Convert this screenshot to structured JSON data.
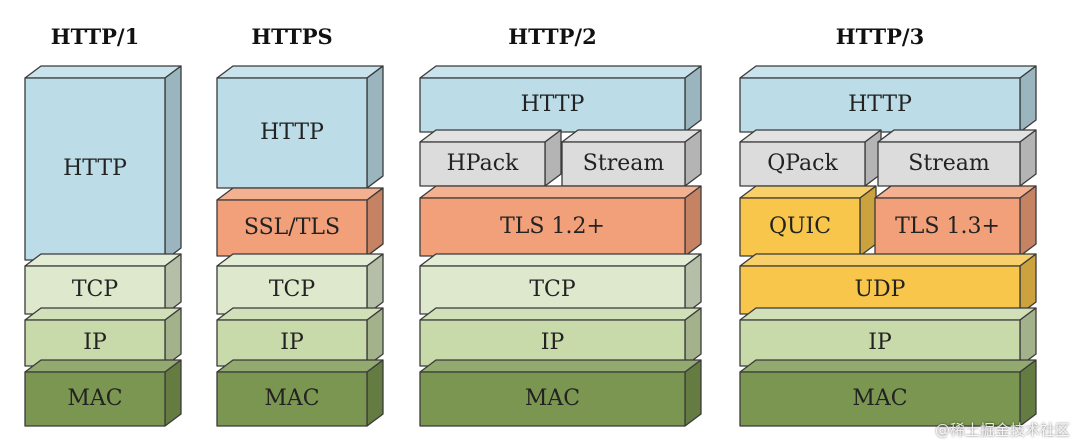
{
  "columns": [
    {
      "title": "HTTP/1",
      "layers": [
        {
          "label": "HTTP",
          "color": "#bcdde8"
        },
        {
          "label": "TCP",
          "color": "#dde8cc"
        },
        {
          "label": "IP",
          "color": "#c8d9aa"
        },
        {
          "label": "MAC",
          "color": "#7a9650"
        }
      ]
    },
    {
      "title": "HTTPS",
      "layers": [
        {
          "label": "HTTP",
          "color": "#bcdde8"
        },
        {
          "label": "SSL/TLS",
          "color": "#f2a07a"
        },
        {
          "label": "TCP",
          "color": "#dde8cc"
        },
        {
          "label": "IP",
          "color": "#c8d9aa"
        },
        {
          "label": "MAC",
          "color": "#7a9650"
        }
      ]
    },
    {
      "title": "HTTP/2",
      "layers": [
        {
          "label": "HTTP",
          "color": "#bcdde8"
        },
        {
          "label": "HPack",
          "color": "#dcdcdc"
        },
        {
          "label": "Stream",
          "color": "#dcdcdc"
        },
        {
          "label": "TLS 1.2+",
          "color": "#f2a07a"
        },
        {
          "label": "TCP",
          "color": "#dde8cc"
        },
        {
          "label": "IP",
          "color": "#c8d9aa"
        },
        {
          "label": "MAC",
          "color": "#7a9650"
        }
      ]
    },
    {
      "title": "HTTP/3",
      "layers": [
        {
          "label": "HTTP",
          "color": "#bcdde8"
        },
        {
          "label": "QPack",
          "color": "#dcdcdc"
        },
        {
          "label": "Stream",
          "color": "#dcdcdc"
        },
        {
          "label": "QUIC",
          "color": "#f7c64a"
        },
        {
          "label": "TLS 1.3+",
          "color": "#f2a07a"
        },
        {
          "label": "UDP",
          "color": "#f7c64a"
        },
        {
          "label": "IP",
          "color": "#c8d9aa"
        },
        {
          "label": "MAC",
          "color": "#7a9650"
        }
      ]
    }
  ],
  "watermark": "@稀土掘金技术社区"
}
